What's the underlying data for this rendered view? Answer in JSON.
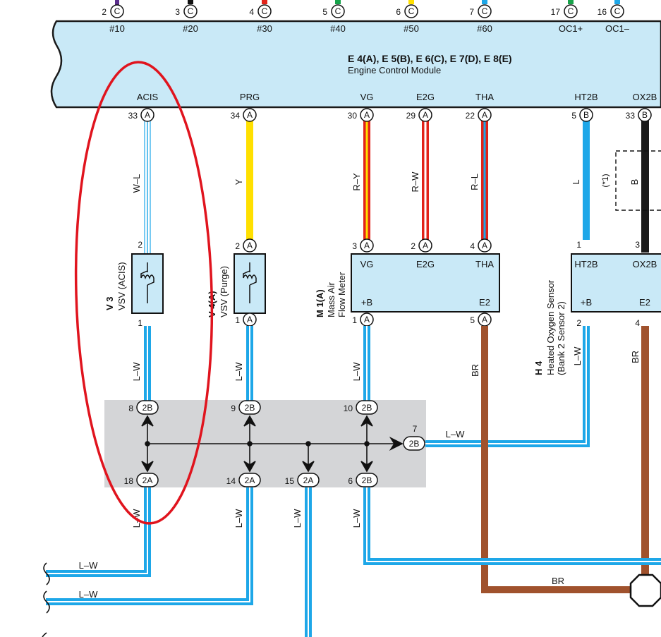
{
  "ecm": {
    "title": "E 4(A), E 5(B), E 6(C), E 7(D), E 8(E)",
    "subtitle": "Engine Control Module",
    "top_terminals": [
      {
        "num": "2",
        "conn": "C",
        "name": "#10",
        "wire": "#5b2d8c"
      },
      {
        "num": "3",
        "conn": "C",
        "name": "#20",
        "wire": "#111111"
      },
      {
        "num": "4",
        "conn": "C",
        "name": "#30",
        "wire": "#e2231a"
      },
      {
        "num": "5",
        "conn": "C",
        "name": "#40",
        "wire": "#17a34a"
      },
      {
        "num": "6",
        "conn": "C",
        "name": "#50",
        "wire": "#ffe000"
      },
      {
        "num": "7",
        "conn": "C",
        "name": "#60",
        "wire": "#1ea7e8"
      },
      {
        "num": "17",
        "conn": "C",
        "name": "OC1+",
        "wire": "#17a34a"
      },
      {
        "num": "16",
        "conn": "C",
        "name": "OC1–",
        "wire": "#1ea7e8"
      }
    ],
    "bottom_terminals": [
      {
        "num": "33",
        "conn": "A",
        "name": "ACIS"
      },
      {
        "num": "34",
        "conn": "A",
        "name": "PRG"
      },
      {
        "num": "30",
        "conn": "A",
        "name": "VG"
      },
      {
        "num": "29",
        "conn": "A",
        "name": "E2G"
      },
      {
        "num": "22",
        "conn": "A",
        "name": "THA"
      },
      {
        "num": "5",
        "conn": "B",
        "name": "HT2B"
      },
      {
        "num": "33",
        "conn": "B",
        "name": "OX2B"
      }
    ]
  },
  "wires": {
    "acis": "W–L",
    "prg": "Y",
    "vg": "R–Y",
    "e2g": "R–W",
    "tha": "R–L",
    "ht2b": "L",
    "ox2b": "B",
    "ground": "L–W",
    "br": "BR",
    "option": "(*1)"
  },
  "v3": {
    "code": "V 3",
    "name": "VSV (ACIS)",
    "pin_top": "2",
    "pin_bottom": "1"
  },
  "v4": {
    "code": "V 4(A)",
    "name": "VSV (Purge)",
    "pin_top": "2",
    "pin_top_conn": "A",
    "pin_bottom": "1",
    "pin_bottom_conn": "A"
  },
  "m1": {
    "code": "M 1(A)",
    "name_line1": "Mass Air",
    "name_line2": "Flow Meter",
    "pins_top": [
      {
        "num": "3",
        "conn": "A",
        "name": "VG"
      },
      {
        "num": "2",
        "conn": "A",
        "name": "E2G"
      },
      {
        "num": "4",
        "conn": "A",
        "name": "THA"
      }
    ],
    "pin_b": {
      "num": "1",
      "conn": "A",
      "name": "+B"
    },
    "pin_e2": {
      "num": "5",
      "conn": "A",
      "name": "E2"
    }
  },
  "h4": {
    "code": "H 4",
    "name_line1": "Heated Oxygen Sensor",
    "name_line2": "(Bank 2 Sensor 2)",
    "pins_top": [
      {
        "num": "1",
        "name": "HT2B"
      },
      {
        "num": "3",
        "name": "OX2B"
      }
    ],
    "pin_b": {
      "num": "2",
      "name": "+B"
    },
    "pin_e2": {
      "num": "4",
      "name": "E2"
    }
  },
  "junction": {
    "top": [
      {
        "num": "8",
        "id": "2B"
      },
      {
        "num": "9",
        "id": "2B"
      },
      {
        "num": "10",
        "id": "2B"
      }
    ],
    "right": {
      "num": "7",
      "id": "2B"
    },
    "bottom": [
      {
        "num": "18",
        "id": "2A"
      },
      {
        "num": "14",
        "id": "2A"
      },
      {
        "num": "15",
        "id": "2A"
      },
      {
        "num": "6",
        "id": "2B"
      }
    ]
  },
  "colors": {
    "ecm_fill": "#c9e9f7",
    "blue_wire": "#1ea7e8",
    "red_wire": "#e2231a",
    "yellow_wire": "#ffe000",
    "brown_wire": "#a0522d",
    "highlight": "#e0141e",
    "junction_bg": "#d4d5d7"
  }
}
